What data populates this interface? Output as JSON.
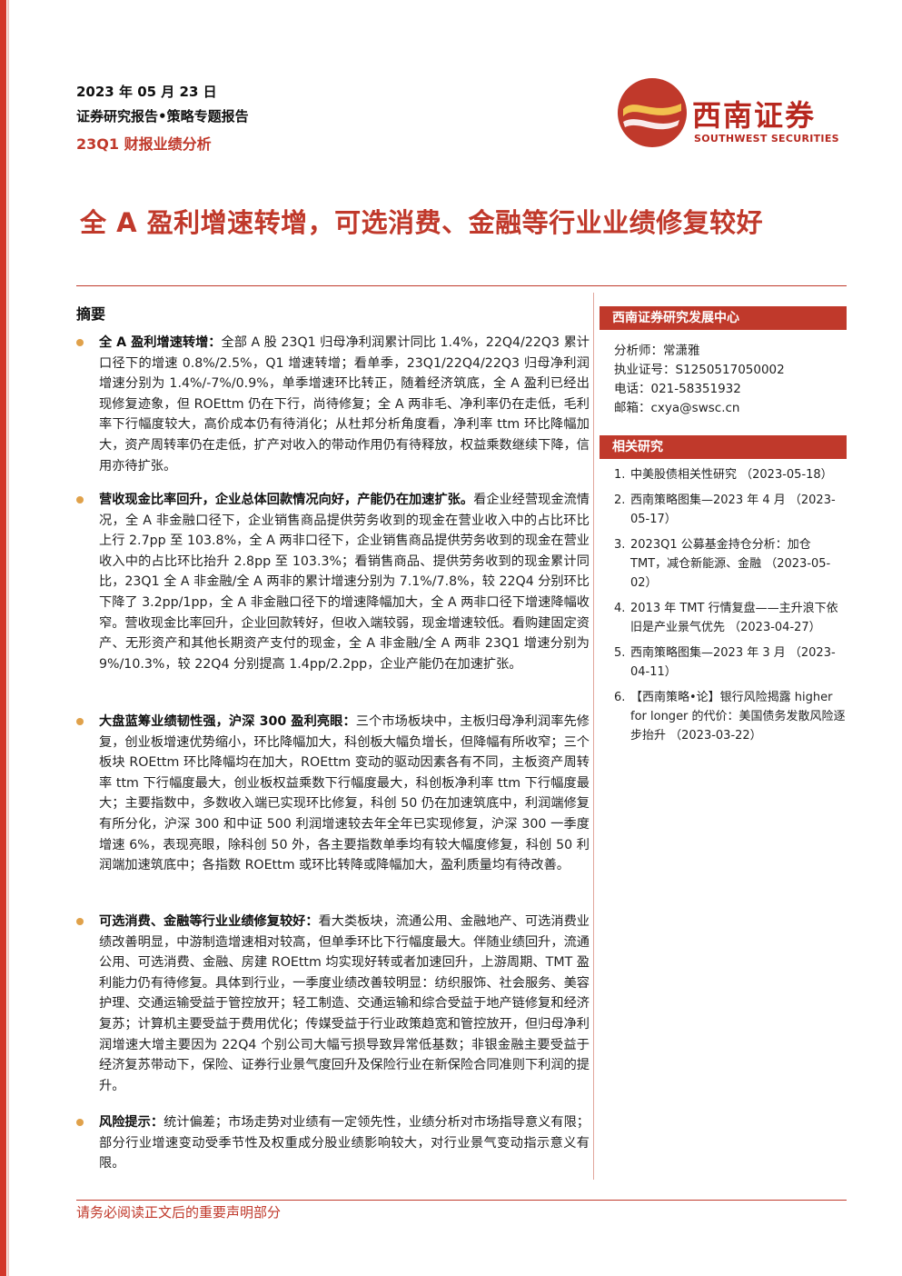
{
  "header": {
    "date": "2023 年 05 月 23 日",
    "report_type": "证券研究报告•策略专题报告",
    "topic": "23Q1 财报业绩分析"
  },
  "logo": {
    "name_cn": "西南证券",
    "name_en": "SOUTHWEST SECURITIES"
  },
  "title": "全 A 盈利增速转增，可选消费、金融等行业业绩修复较好",
  "abstract": {
    "heading": "摘要",
    "paragraphs": [
      {
        "lead": "全 A 盈利增速转增：",
        "body": "全部 A 股 23Q1 归母净利润累计同比 1.4%，22Q4/22Q3 累计口径下的增速 0.8%/2.5%，Q1 增速转增；看单季，23Q1/22Q4/22Q3 归母净利润增速分别为 1.4%/-7%/0.9%，单季增速环比转正，随着经济筑底，全 A 盈利已经出现修复迹象，但 ROEttm 仍在下行，尚待修复；全 A 两非毛、净利率仍在走低，毛利率下行幅度较大，高价成本仍有待消化；从杜邦分析角度看，净利率 ttm 环比降幅加大，资产周转率仍在走低，扩产对收入的带动作用仍有待释放，权益乘数继续下降，信用亦待扩张。"
      },
      {
        "lead": "营收现金比率回升，企业总体回款情况向好，产能仍在加速扩张。",
        "body": "看企业经营现金流情况，全 A 非金融口径下，企业销售商品提供劳务收到的现金在营业收入中的占比环比上行 2.7pp 至 103.8%，全 A 两非口径下，企业销售商品提供劳务收到的现金在营业收入中的占比环比抬升 2.8pp 至 103.3%；看销售商品、提供劳务收到的现金累计同比，23Q1 全 A 非金融/全 A 两非的累计增速分别为 7.1%/7.8%，较 22Q4 分别环比下降了 3.2pp/1pp，全 A 非金融口径下的增速降幅加大，全 A 两非口径下增速降幅收窄。营收现金比率回升，企业回款转好，但收入端较弱，现金增速较低。看购建固定资产、无形资产和其他长期资产支付的现金，全 A 非金融/全 A 两非 23Q1 增速分别为 9%/10.3%，较 22Q4 分别提高 1.4pp/2.2pp，企业产能仍在加速扩张。"
      },
      {
        "lead": "大盘蓝筹业绩韧性强，沪深 300 盈利亮眼：",
        "body": "三个市场板块中，主板归母净利润率先修复，创业板增速优势缩小，环比降幅加大，科创板大幅负增长，但降幅有所收窄；三个板块 ROEttm 环比降幅均在加大，ROEttm 变动的驱动因素各有不同，主板资产周转率 ttm 下行幅度最大，创业板权益乘数下行幅度最大，科创板净利率 ttm 下行幅度最大；主要指数中，多数收入端已实现环比修复，科创 50 仍在加速筑底中，利润端修复有所分化，沪深 300 和中证 500 利润增速较去年全年已实现修复，沪深 300 一季度增速 6%，表现亮眼，除科创 50 外，各主要指数单季均有较大幅度修复，科创 50 利润端加速筑底中；各指数 ROEttm 或环比转降或降幅加大，盈利质量均有待改善。"
      },
      {
        "lead": "可选消费、金融等行业业绩修复较好：",
        "body": "看大类板块，流通公用、金融地产、可选消费业绩改善明显，中游制造增速相对较高，但单季环比下行幅度最大。伴随业绩回升，流通公用、可选消费、金融、房建 ROEttm 均实现好转或者加速回升，上游周期、TMT 盈利能力仍有待修复。具体到行业，一季度业绩改善较明显：纺织服饰、社会服务、美容护理、交通运输受益于管控放开；轻工制造、交通运输和综合受益于地产链修复和经济复苏；计算机主要受益于费用优化；传媒受益于行业政策趋宽和管控放开，但归母净利润增速大增主要因为 22Q4 个别公司大幅亏损导致异常低基数；非银金融主要受益于经济复苏带动下，保险、证券行业景气度回升及保险行业在新保险合同准则下利润的提升。"
      },
      {
        "lead": "风险提示：",
        "body": "统计偏差；市场走势对业绩有一定领先性，业绩分析对市场指导意义有限；部分行业增速变动受季节性及权重成分股业绩影响较大，对行业景气变动指示意义有限。"
      }
    ]
  },
  "sidebar": {
    "center_heading": "西南证券研究发展中心",
    "analyst": {
      "name": "分析师：常潇雅",
      "license": "执业证号：S1250517050002",
      "phone": "电话：021-58351932",
      "email": "邮箱：cxya@swsc.cn"
    },
    "related_heading": "相关研究",
    "related": [
      {
        "num": "1.",
        "text": "中美股债相关性研究 （2023-05-18）"
      },
      {
        "num": "2.",
        "text": "西南策略图集—2023 年 4 月 （2023-05-17）"
      },
      {
        "num": "3.",
        "text": "2023Q1 公募基金持仓分析：加仓 TMT，减仓新能源、金融 （2023-05-02）"
      },
      {
        "num": "4.",
        "text": "2013 年 TMT 行情复盘——主升浪下依旧是产业景气优先 （2023-04-27）"
      },
      {
        "num": "5.",
        "text": "西南策略图集—2023 年 3 月 （2023-04-11）"
      },
      {
        "num": "6.",
        "text": "【西南策略•论】银行风险揭露 higher for longer 的代价：美国债务发散风险逐步抬升 （2023-03-22）"
      }
    ]
  },
  "footer": {
    "notice": "请务必阅读正文后的重要声明部分"
  },
  "colors": {
    "brand_red": "#c0392b",
    "bullet_gold": "#e0a14a"
  }
}
